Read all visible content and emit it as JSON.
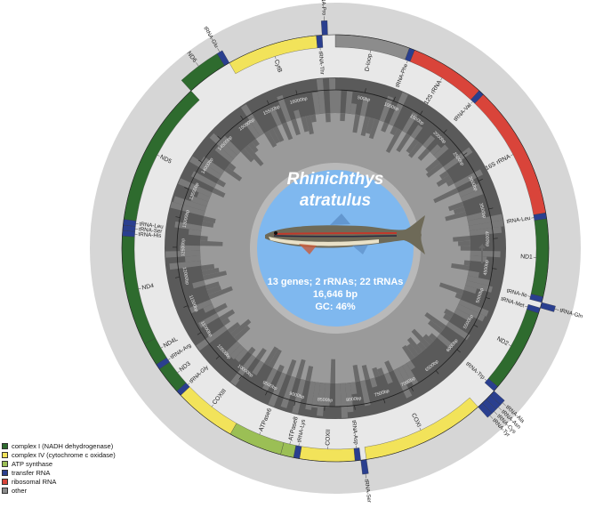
{
  "center": {
    "species_line1": "Rhinichthys",
    "species_line2": "atratulus",
    "stats_line1": "13 genes; 2 rRNAs; 22 tRNAs",
    "stats_line2": "16,646 bp",
    "stats_line3": "GC: 46%"
  },
  "colors": {
    "complex_I": "#2e6b2e",
    "complex_IV": "#f2e35a",
    "atp": "#9bbf55",
    "trna": "#2a3f8f",
    "rrna": "#d9443a",
    "other": "#8c8c8c",
    "outer_ring": "#d6d6d6",
    "inner_dark": "#5a5a5a",
    "inner_light": "#9a9a9a",
    "core": "#7fb8ef"
  },
  "legend": [
    {
      "label": "complex I (NADH dehydrogenase)",
      "color": "#2e6b2e"
    },
    {
      "label": "complex IV (cytochrome c oxidase)",
      "color": "#f2e35a"
    },
    {
      "label": "ATP synthase",
      "color": "#9bbf55"
    },
    {
      "label": "transfer RNA",
      "color": "#2a3f8f"
    },
    {
      "label": "ribosomal RNA",
      "color": "#d9443a"
    },
    {
      "label": "other",
      "color": "#8c8c8c"
    }
  ],
  "genome_length": 16646,
  "features": [
    {
      "name": "D-loop",
      "start": 0,
      "end": 940,
      "type": "other",
      "strand": "inner"
    },
    {
      "name": "tRNA-Phe",
      "start": 940,
      "end": 1010,
      "type": "trna",
      "strand": "inner"
    },
    {
      "name": "12S rRNA",
      "start": 1010,
      "end": 1960,
      "type": "rrna",
      "strand": "inner"
    },
    {
      "name": "tRNA-Val",
      "start": 1960,
      "end": 2032,
      "type": "trna",
      "strand": "inner"
    },
    {
      "name": "16S rRNA",
      "start": 2032,
      "end": 3720,
      "type": "rrna",
      "strand": "inner"
    },
    {
      "name": "tRNA-Leu",
      "start": 3720,
      "end": 3795,
      "type": "trna",
      "strand": "inner"
    },
    {
      "name": "ND1",
      "start": 3795,
      "end": 4770,
      "type": "complex_I",
      "strand": "inner"
    },
    {
      "name": "tRNA-Ile",
      "start": 4770,
      "end": 4842,
      "type": "trna",
      "strand": "inner"
    },
    {
      "name": "tRNA-Gln",
      "start": 4842,
      "end": 4912,
      "type": "trna",
      "strand": "outer"
    },
    {
      "name": "tRNA-Met",
      "start": 4912,
      "end": 4982,
      "type": "trna",
      "strand": "inner"
    },
    {
      "name": "ND2",
      "start": 4982,
      "end": 6030,
      "type": "complex_I",
      "strand": "inner"
    },
    {
      "name": "tRNA-Trp",
      "start": 6030,
      "end": 6102,
      "type": "trna",
      "strand": "inner"
    },
    {
      "name": "tRNA-Ala",
      "start": 6102,
      "end": 6172,
      "type": "trna",
      "strand": "outer"
    },
    {
      "name": "tRNA-Asn",
      "start": 6172,
      "end": 6244,
      "type": "trna",
      "strand": "outer"
    },
    {
      "name": "tRNA-Cys",
      "start": 6244,
      "end": 6312,
      "type": "trna",
      "strand": "outer"
    },
    {
      "name": "tRNA-Tyr",
      "start": 6312,
      "end": 6382,
      "type": "trna",
      "strand": "outer"
    },
    {
      "name": "COXI",
      "start": 6382,
      "end": 7935,
      "type": "complex_IV",
      "strand": "inner"
    },
    {
      "name": "tRNA-Ser",
      "start": 7935,
      "end": 8006,
      "type": "trna",
      "strand": "outer"
    },
    {
      "name": "tRNA-Asp",
      "start": 8006,
      "end": 8078,
      "type": "trna",
      "strand": "inner"
    },
    {
      "name": "COXII",
      "start": 8078,
      "end": 8770,
      "type": "complex_IV",
      "strand": "inner"
    },
    {
      "name": "tRNA-Lys",
      "start": 8770,
      "end": 8846,
      "type": "trna",
      "strand": "inner"
    },
    {
      "name": "ATPase8",
      "start": 8846,
      "end": 9010,
      "type": "atp",
      "strand": "inner"
    },
    {
      "name": "ATPase6",
      "start": 9010,
      "end": 9685,
      "type": "atp",
      "strand": "inner"
    },
    {
      "name": "COXIII",
      "start": 9685,
      "end": 10470,
      "type": "complex_IV",
      "strand": "inner"
    },
    {
      "name": "tRNA-Gly",
      "start": 10470,
      "end": 10542,
      "type": "trna",
      "strand": "inner"
    },
    {
      "name": "ND3",
      "start": 10542,
      "end": 10890,
      "type": "complex_I",
      "strand": "inner"
    },
    {
      "name": "tRNA-Arg",
      "start": 10890,
      "end": 10960,
      "type": "trna",
      "strand": "inner"
    },
    {
      "name": "ND4L",
      "start": 10960,
      "end": 11255,
      "type": "complex_I",
      "strand": "inner"
    },
    {
      "name": "ND4",
      "start": 11255,
      "end": 12636,
      "type": "complex_I",
      "strand": "inner"
    },
    {
      "name": "tRNA-His",
      "start": 12636,
      "end": 12705,
      "type": "trna",
      "strand": "inner"
    },
    {
      "name": "tRNA-Ser",
      "start": 12705,
      "end": 12773,
      "type": "trna",
      "strand": "inner"
    },
    {
      "name": "tRNA-Leu",
      "start": 12773,
      "end": 12846,
      "type": "trna",
      "strand": "inner"
    },
    {
      "name": "ND5",
      "start": 12846,
      "end": 14680,
      "type": "complex_I",
      "strand": "inner"
    },
    {
      "name": "ND6",
      "start": 14680,
      "end": 15200,
      "type": "complex_I",
      "strand": "outer"
    },
    {
      "name": "tRNA-Glu",
      "start": 15200,
      "end": 15270,
      "type": "trna",
      "strand": "outer"
    },
    {
      "name": "CytB",
      "start": 15270,
      "end": 16410,
      "type": "complex_IV",
      "strand": "inner"
    },
    {
      "name": "tRNA-Thr",
      "start": 16410,
      "end": 16482,
      "type": "trna",
      "strand": "inner"
    },
    {
      "name": "tRNA-Pro",
      "start": 16482,
      "end": 16552,
      "type": "trna",
      "strand": "outer"
    }
  ],
  "ticks": [
    "500bp",
    "1000bp",
    "1500bp",
    "2000bp",
    "2500bp",
    "3000bp",
    "3500bp",
    "4000bp",
    "4500bp",
    "5000bp",
    "5500bp",
    "6000bp",
    "6500bp",
    "7000bp",
    "7500bp",
    "8000bp",
    "8500bp",
    "9000bp",
    "9500bp",
    "10000bp",
    "10500bp",
    "11000bp",
    "11500bp",
    "12000bp",
    "12500bp",
    "13000bp",
    "13500bp",
    "14000bp",
    "14500bp",
    "15000bp",
    "15500bp",
    "16000bp"
  ],
  "tick_values": [
    500,
    1000,
    1500,
    2000,
    2500,
    3000,
    3500,
    4000,
    4500,
    5000,
    5500,
    6000,
    6500,
    7000,
    7500,
    8000,
    8500,
    9000,
    9500,
    10000,
    10500,
    11000,
    11500,
    12000,
    12500,
    13000,
    13500,
    14000,
    14500,
    15000,
    15500,
    16000
  ]
}
